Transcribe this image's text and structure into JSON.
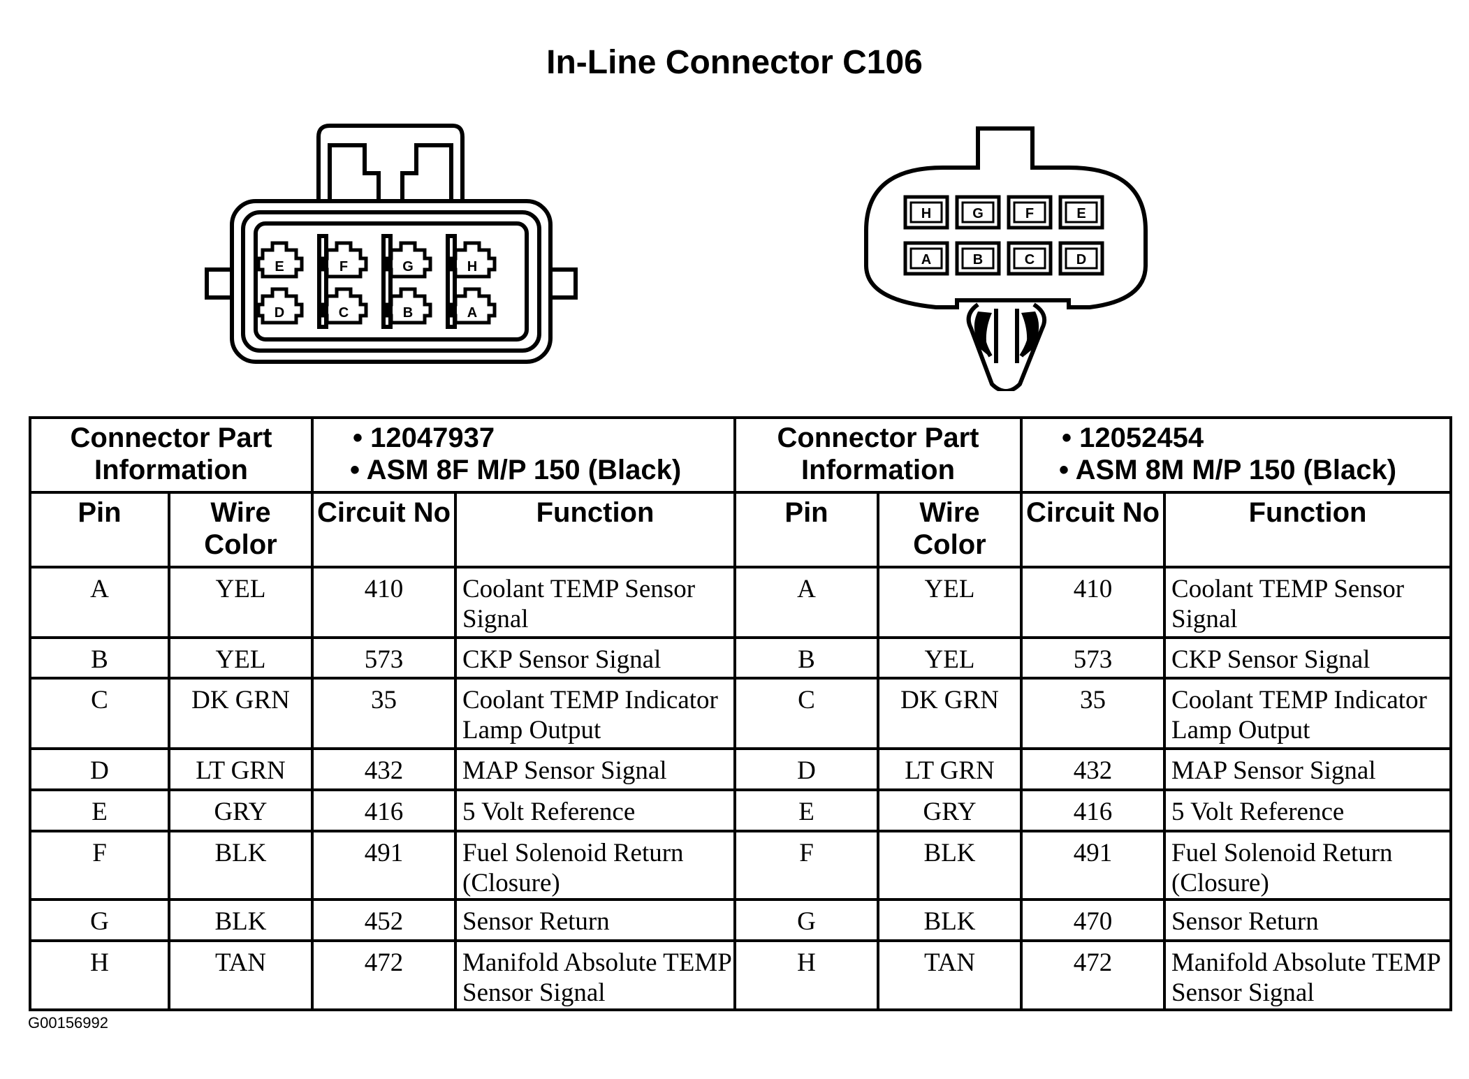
{
  "title": "In-Line Connector C106",
  "figure_id": "G00156992",
  "female_connector": {
    "top_row_pins": [
      "E",
      "F",
      "G",
      "H"
    ],
    "bottom_row_pins": [
      "D",
      "C",
      "B",
      "A"
    ]
  },
  "male_connector": {
    "top_row_pins": [
      "H",
      "G",
      "F",
      "E"
    ],
    "bottom_row_pins": [
      "A",
      "B",
      "C",
      "D"
    ]
  },
  "table": {
    "part_info_label": "Connector Part Information",
    "left_part": {
      "line1": "• 12047937",
      "line2": "• ASM 8F M/P 150 (Black)"
    },
    "right_part": {
      "line1": "• 12052454",
      "line2": "• ASM 8M M/P 150 (Black)"
    },
    "headers": [
      "Pin",
      "Wire Color",
      "Circuit No",
      "Function"
    ],
    "left_rows": [
      {
        "pin": "A",
        "wire": "YEL",
        "circuit": "410",
        "function": "Coolant TEMP Sensor Signal"
      },
      {
        "pin": "B",
        "wire": "YEL",
        "circuit": "573",
        "function": "CKP Sensor Signal"
      },
      {
        "pin": "C",
        "wire": "DK GRN",
        "circuit": "35",
        "function": "Coolant TEMP Indicator Lamp Output"
      },
      {
        "pin": "D",
        "wire": "LT GRN",
        "circuit": "432",
        "function": "MAP Sensor Signal"
      },
      {
        "pin": "E",
        "wire": "GRY",
        "circuit": "416",
        "function": "5 Volt Reference"
      },
      {
        "pin": "F",
        "wire": "BLK",
        "circuit": "491",
        "function": "Fuel Solenoid Return (Closure)"
      },
      {
        "pin": "G",
        "wire": "BLK",
        "circuit": "452",
        "function": "Sensor Return"
      },
      {
        "pin": "H",
        "wire": "TAN",
        "circuit": "472",
        "function": "Manifold Absolute TEMP Sensor Signal"
      }
    ],
    "right_rows": [
      {
        "pin": "A",
        "wire": "YEL",
        "circuit": "410",
        "function": "Coolant TEMP Sensor Signal"
      },
      {
        "pin": "B",
        "wire": "YEL",
        "circuit": "573",
        "function": "CKP Sensor Signal"
      },
      {
        "pin": "C",
        "wire": "DK GRN",
        "circuit": "35",
        "function": "Coolant TEMP Indicator Lamp Output"
      },
      {
        "pin": "D",
        "wire": "LT GRN",
        "circuit": "432",
        "function": "MAP Sensor Signal"
      },
      {
        "pin": "E",
        "wire": "GRY",
        "circuit": "416",
        "function": "5 Volt Reference"
      },
      {
        "pin": "F",
        "wire": "BLK",
        "circuit": "491",
        "function": "Fuel Solenoid Return (Closure)"
      },
      {
        "pin": "G",
        "wire": "BLK",
        "circuit": "470",
        "function": "Sensor Return"
      },
      {
        "pin": "H",
        "wire": "TAN",
        "circuit": "472",
        "function": "Manifold Absolute TEMP Sensor Signal"
      }
    ]
  }
}
